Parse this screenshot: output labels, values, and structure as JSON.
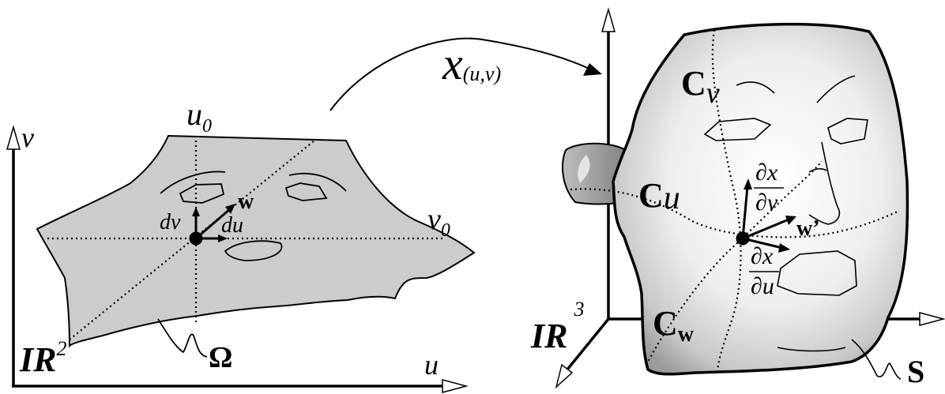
{
  "left_panel": {
    "axis_v_label": "v",
    "axis_u_label": "u",
    "u0_main": "u",
    "u0_sub": "0",
    "v0_main": "v",
    "v0_sub": "0",
    "dv_label": "dv",
    "du_label": "du",
    "w_label": "w",
    "space_main": "IR",
    "space_sup": "2",
    "domain_label": "Ω"
  },
  "mapping": {
    "map_main": "x",
    "map_args": "(u,v)"
  },
  "right_panel": {
    "cv_main": "C",
    "cv_sub": "v",
    "cu_main": "C",
    "cu_sub": "u",
    "cw_main": "C",
    "cw_sub": "w",
    "dxdv_num": "∂x",
    "dxdv_den": "∂v",
    "dxdu_num": "∂x",
    "dxdu_den": "∂u",
    "wprime_label": "w’",
    "space_main": "IR",
    "space_sup": "3",
    "surface_label": "S"
  },
  "colors": {
    "domain_fill": "#cccccc",
    "ear_fill": "#9a9a9a",
    "stroke": "#000000"
  }
}
